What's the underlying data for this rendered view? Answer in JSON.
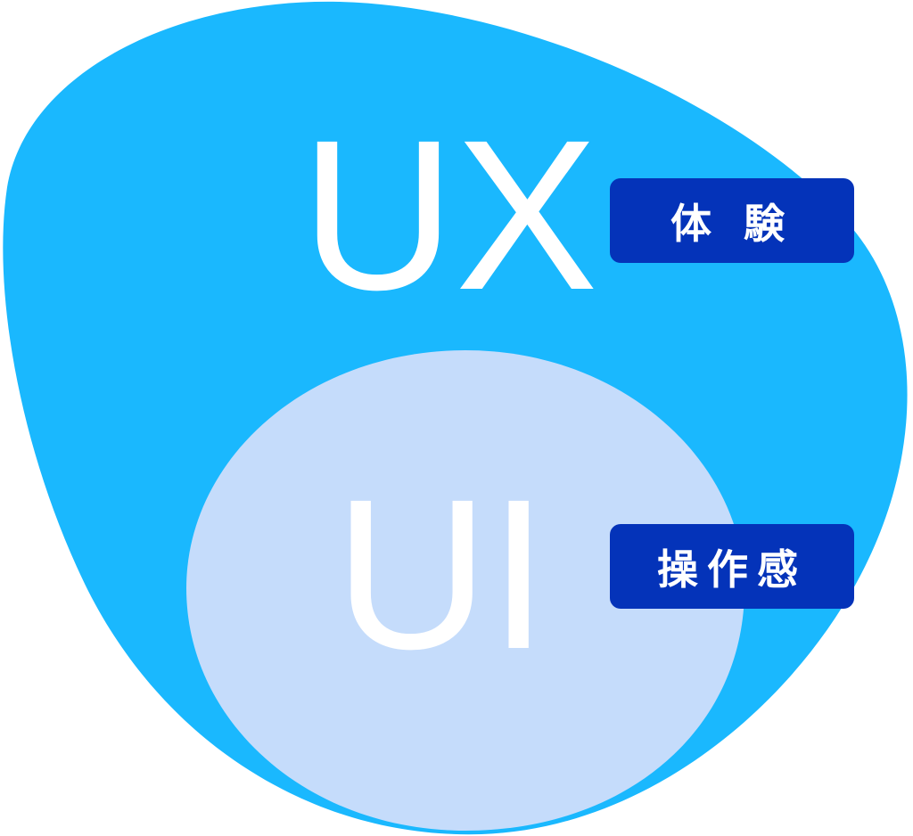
{
  "colors": {
    "outer": "#1ab8fe",
    "inner": "#c5dcfb",
    "label_bg": "#0433b9",
    "text": "#ffffff"
  },
  "outer": {
    "title": "UX",
    "label": "体 験"
  },
  "inner": {
    "title": "UI",
    "label": "操作感"
  }
}
